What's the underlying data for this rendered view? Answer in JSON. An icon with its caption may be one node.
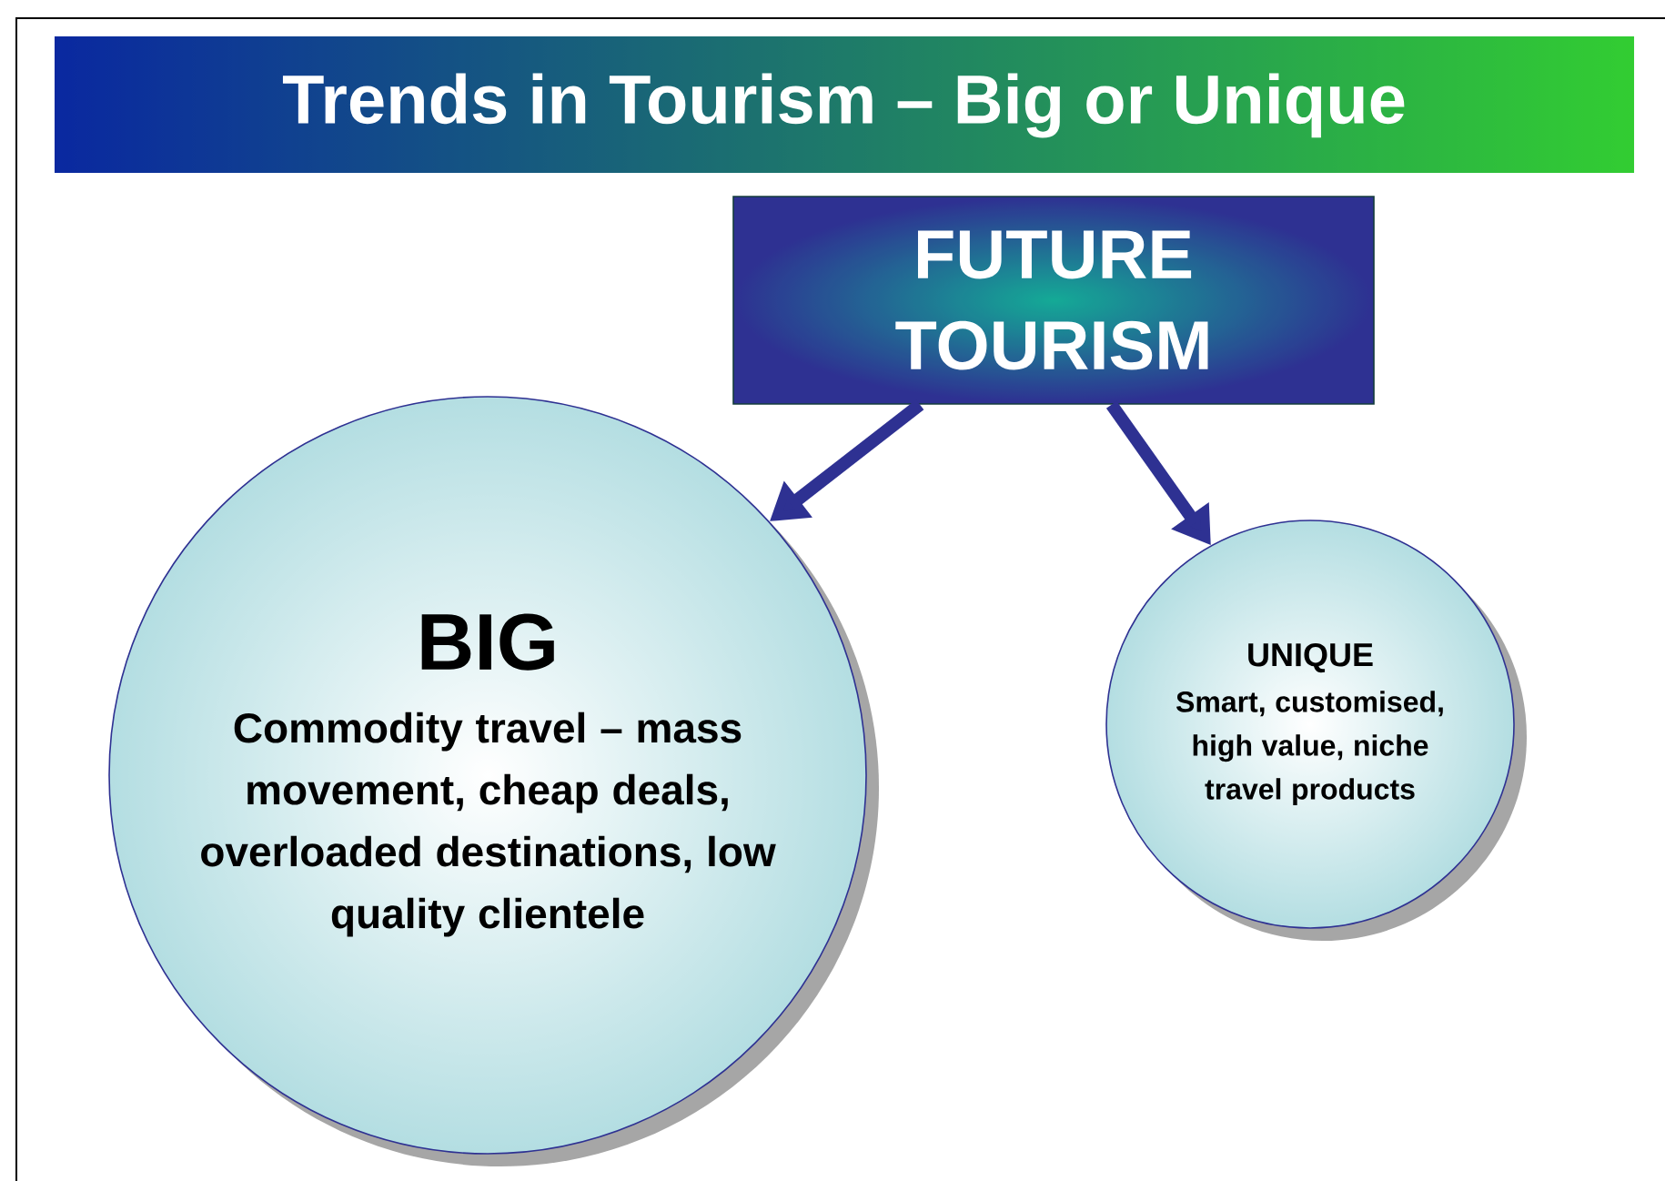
{
  "diagram": {
    "title": "Trends in Tourism – Big or Unique",
    "nodes": [
      {
        "text": [
          "FUTURE TOURISM"
        ]
      },
      {
        "text": [
          "BIG",
          "Commodity travel – mass movement, cheap deals, overloaded destinations, low quality clientele"
        ]
      },
      {
        "text": [
          "UNIQUE",
          "Smart, customised, high value, niche travel products"
        ]
      }
    ],
    "edges": [
      {
        "from": 0,
        "to": 1,
        "arrow": "to"
      },
      {
        "from": 0,
        "to": 2,
        "arrow": "to"
      }
    ]
  }
}
